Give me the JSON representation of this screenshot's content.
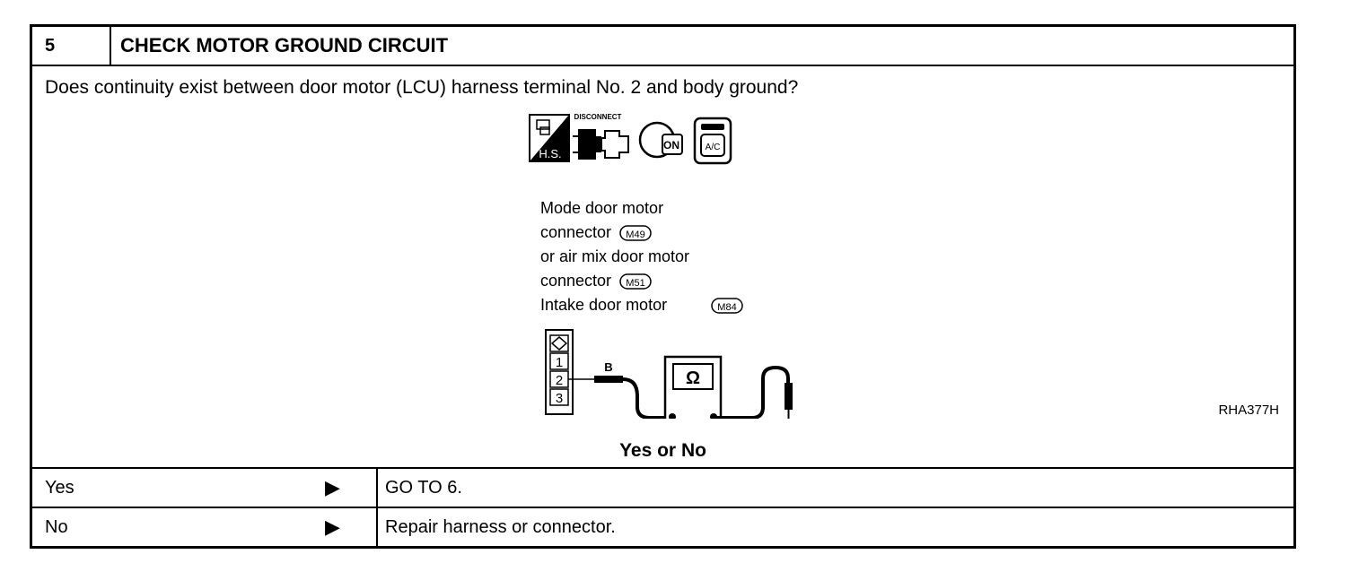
{
  "step": {
    "number": "5",
    "title": "CHECK MOTOR GROUND CIRCUIT"
  },
  "question": "Does continuity exist between door motor (LCU) harness terminal No. 2 and body ground?",
  "icons": {
    "hs_label": "H.S.",
    "disconnect_label": "DISCONNECT",
    "ignition_label": "ON",
    "ac_label": "A/C"
  },
  "diagram": {
    "line1": "Mode door motor",
    "line2": "connector",
    "connector1": "M49",
    "line3": "or air mix door motor",
    "line4": "connector",
    "connector2": "M51",
    "line5": "Intake door motor",
    "connector3": "M84",
    "terminals": [
      "1",
      "2",
      "3"
    ],
    "wire_color": "B",
    "meter_symbol": "Ω"
  },
  "ref_code": "RHA377H",
  "answer_prompt": "Yes or No",
  "rows": [
    {
      "answer": "Yes",
      "arrow": "▶",
      "result": "GO TO 6."
    },
    {
      "answer": "No",
      "arrow": "▶",
      "result": "Repair harness or connector."
    }
  ]
}
